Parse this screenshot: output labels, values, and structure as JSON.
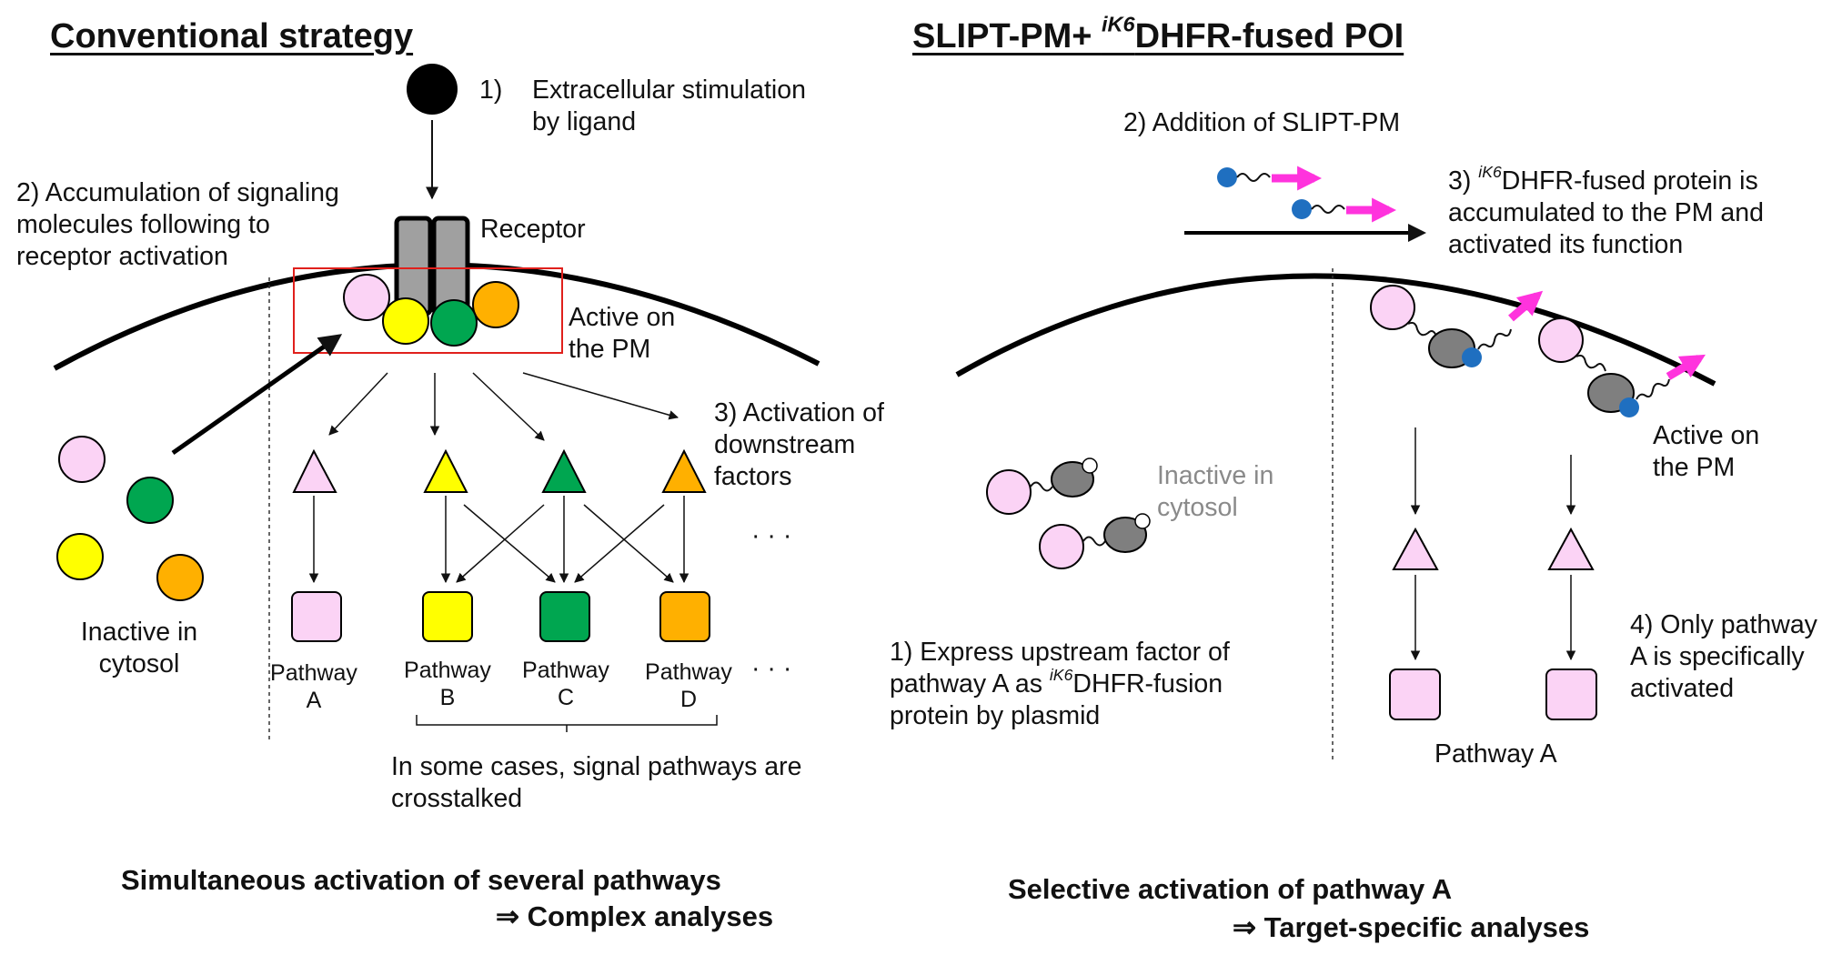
{
  "left": {
    "title": "Conventional strategy",
    "step1": "1)",
    "step1_text": "Extracellular stimulation\nby ligand",
    "step2": "2) Accumulation of signaling\nmolecules following to\nreceptor activation",
    "receptor_label": "Receptor",
    "active_label": "Active on\nthe PM",
    "step3": "3) Activation of\ndownstream\nfactors",
    "inactive_label": "Inactive in\ncytosol",
    "pathways": [
      {
        "line1": "Pathway",
        "line2": "A"
      },
      {
        "line1": "Pathway",
        "line2": "B"
      },
      {
        "line1": "Pathway",
        "line2": "C"
      },
      {
        "line1": "Pathway",
        "line2": "D"
      }
    ],
    "ellipsis": "· · ·",
    "crosstalk_note": "In some cases, signal pathways are\ncrosstalked",
    "summary_line1": "Simultaneous activation of several pathways",
    "summary_line2": "⇒  Complex analyses"
  },
  "right": {
    "title_prefix": "SLIPT-PM+ ",
    "title_sup": "iK6",
    "title_suffix": "DHFR-fused POI",
    "step2": "2) Addition of SLIPT-PM",
    "step3_prefix": "3) ",
    "step3_sup": "iK6",
    "step3_line1_rest": "DHFR-fused protein is",
    "step3_line2": "accumulated to the PM and",
    "step3_line3": "activated its function",
    "inactive_label": "Inactive in\ncytosol",
    "active_label": "Active on\nthe PM",
    "step1_line1": "1) Express upstream factor of",
    "step1_line2_prefix": "pathway A as ",
    "step1_sup": "iK6",
    "step1_line2_rest": "DHFR-fusion",
    "step1_line3": "protein by plasmid",
    "step4": "4) Only pathway\nA is specifically\nactivated",
    "pathway_label": "Pathway A",
    "summary_line1": "Selective activation of pathway A",
    "summary_line2": "⇒ Target-specific analyses"
  },
  "colors": {
    "pink": "#fbd3f5",
    "yellow": "#ffff00",
    "green": "#00a650",
    "orange": "#ffb000",
    "gray": "#a0a0a0",
    "dark_gray": "#7f7f7f",
    "magenta": "#ff33dd",
    "blue": "#1f6fc0",
    "red_box": "#e0201c"
  },
  "icons": [
    "ligand-icon",
    "receptor-icon",
    "slipt-pm-icon",
    "dhfr-fusion-icon"
  ]
}
